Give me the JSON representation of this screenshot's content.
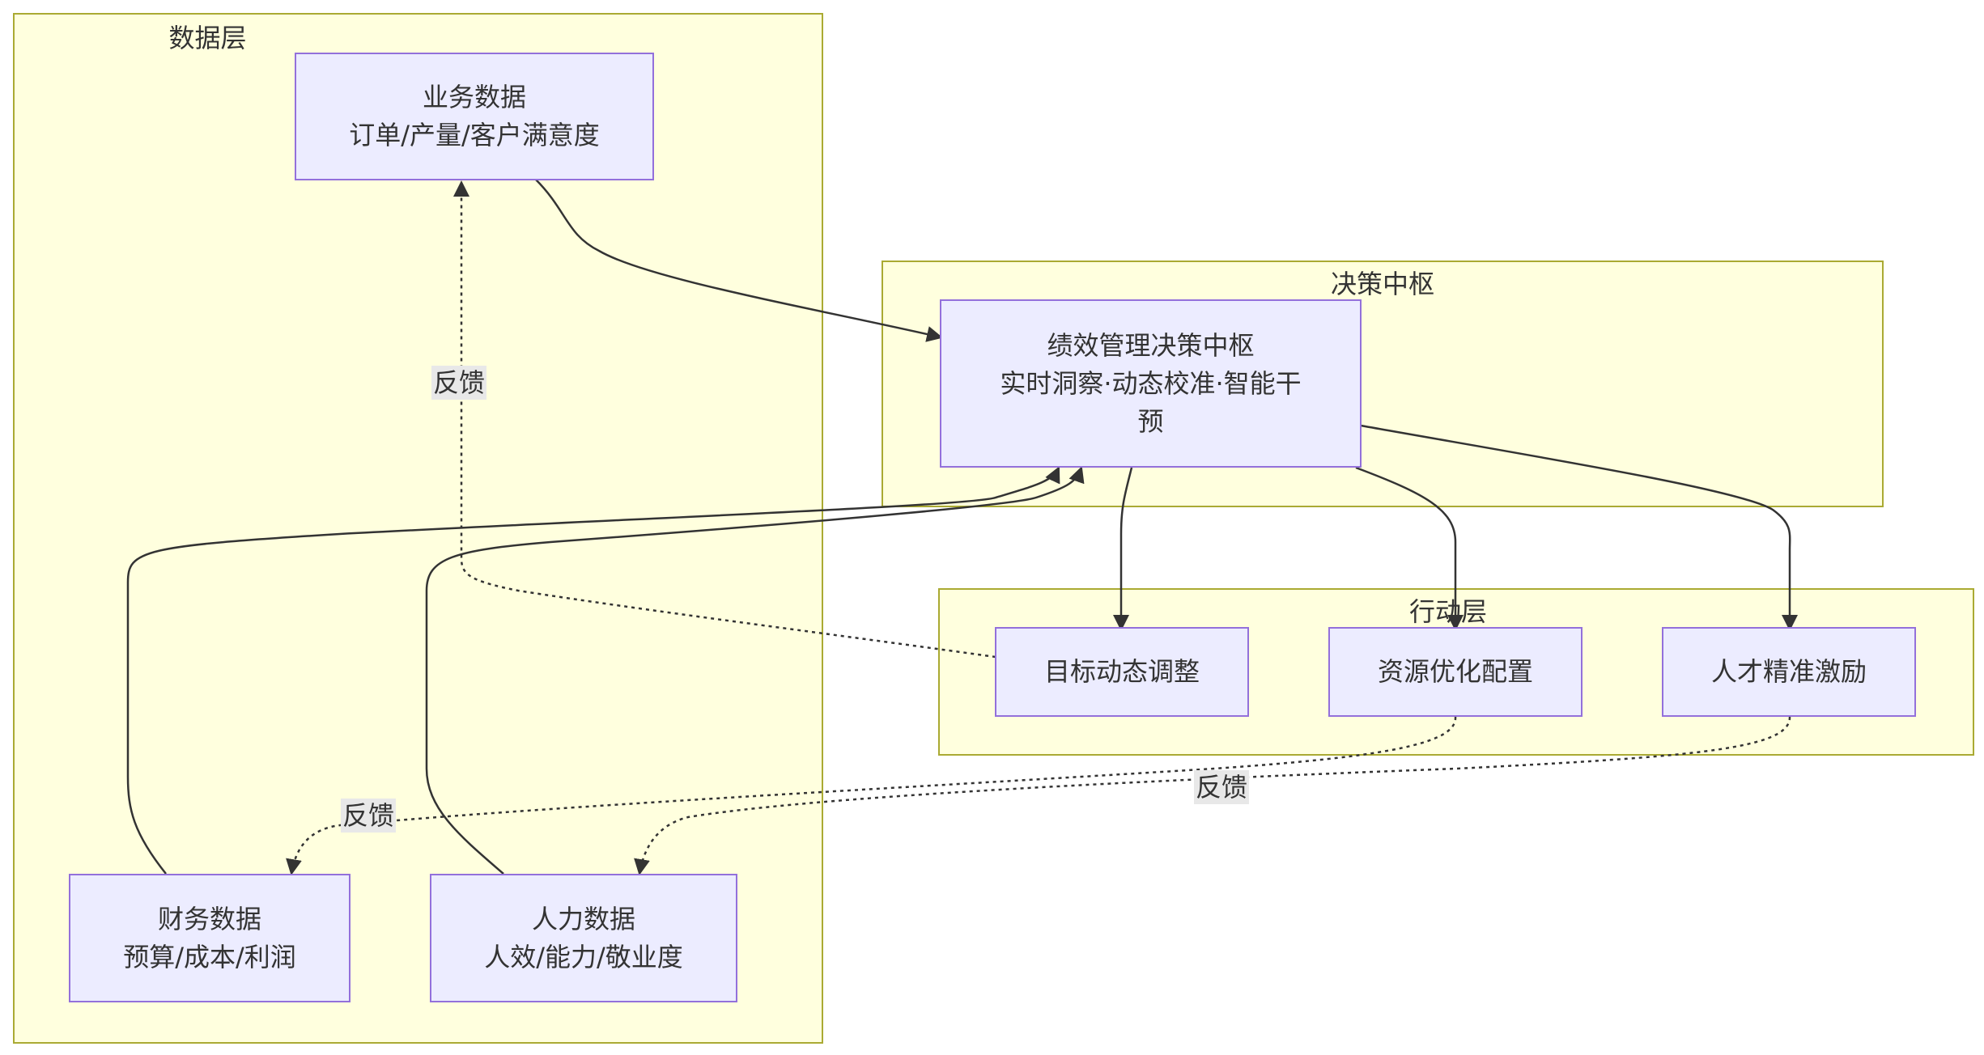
{
  "clusters": {
    "data_layer": {
      "title": "数据层"
    },
    "decision_center": {
      "title": "决策中枢"
    },
    "action_layer": {
      "title": "行动层"
    }
  },
  "nodes": {
    "business": {
      "line1": "业务数据",
      "line2": "订单/产量/客户满意度"
    },
    "finance": {
      "line1": "财务数据",
      "line2": "预算/成本/利润"
    },
    "hr": {
      "line1": "人力数据",
      "line2": "人效/能力/敬业度"
    },
    "hub": {
      "line1": "绩效管理决策中枢",
      "line2": "实时洞察·动态校准·智能干",
      "line3": "预"
    },
    "goal": {
      "label": "目标动态调整"
    },
    "resource": {
      "label": "资源优化配置"
    },
    "talent": {
      "label": "人才精准激励"
    }
  },
  "edge_labels": {
    "feedback_goal": "反馈",
    "feedback_resource": "反馈",
    "feedback_talent": "反馈"
  }
}
